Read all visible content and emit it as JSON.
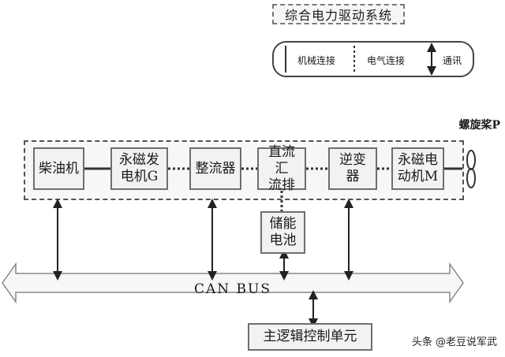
{
  "legend": {
    "title": "综合电力驱动系统",
    "mechanical": "机械连接",
    "electrical": "电气连接",
    "communication": "通讯"
  },
  "propeller": "螺旋桨P",
  "components": {
    "diesel": "柴油机",
    "generator": "永磁发\n电机G",
    "rectifier": "整流器",
    "dc_bus": "直流汇\n流排",
    "inverter": "逆变器",
    "motor": "永磁电\n动机M",
    "battery": "储能\n电池",
    "controller": "主逻辑控制单元"
  },
  "bus": "CAN  BUS",
  "watermark": "头条 @老豆说军武"
}
